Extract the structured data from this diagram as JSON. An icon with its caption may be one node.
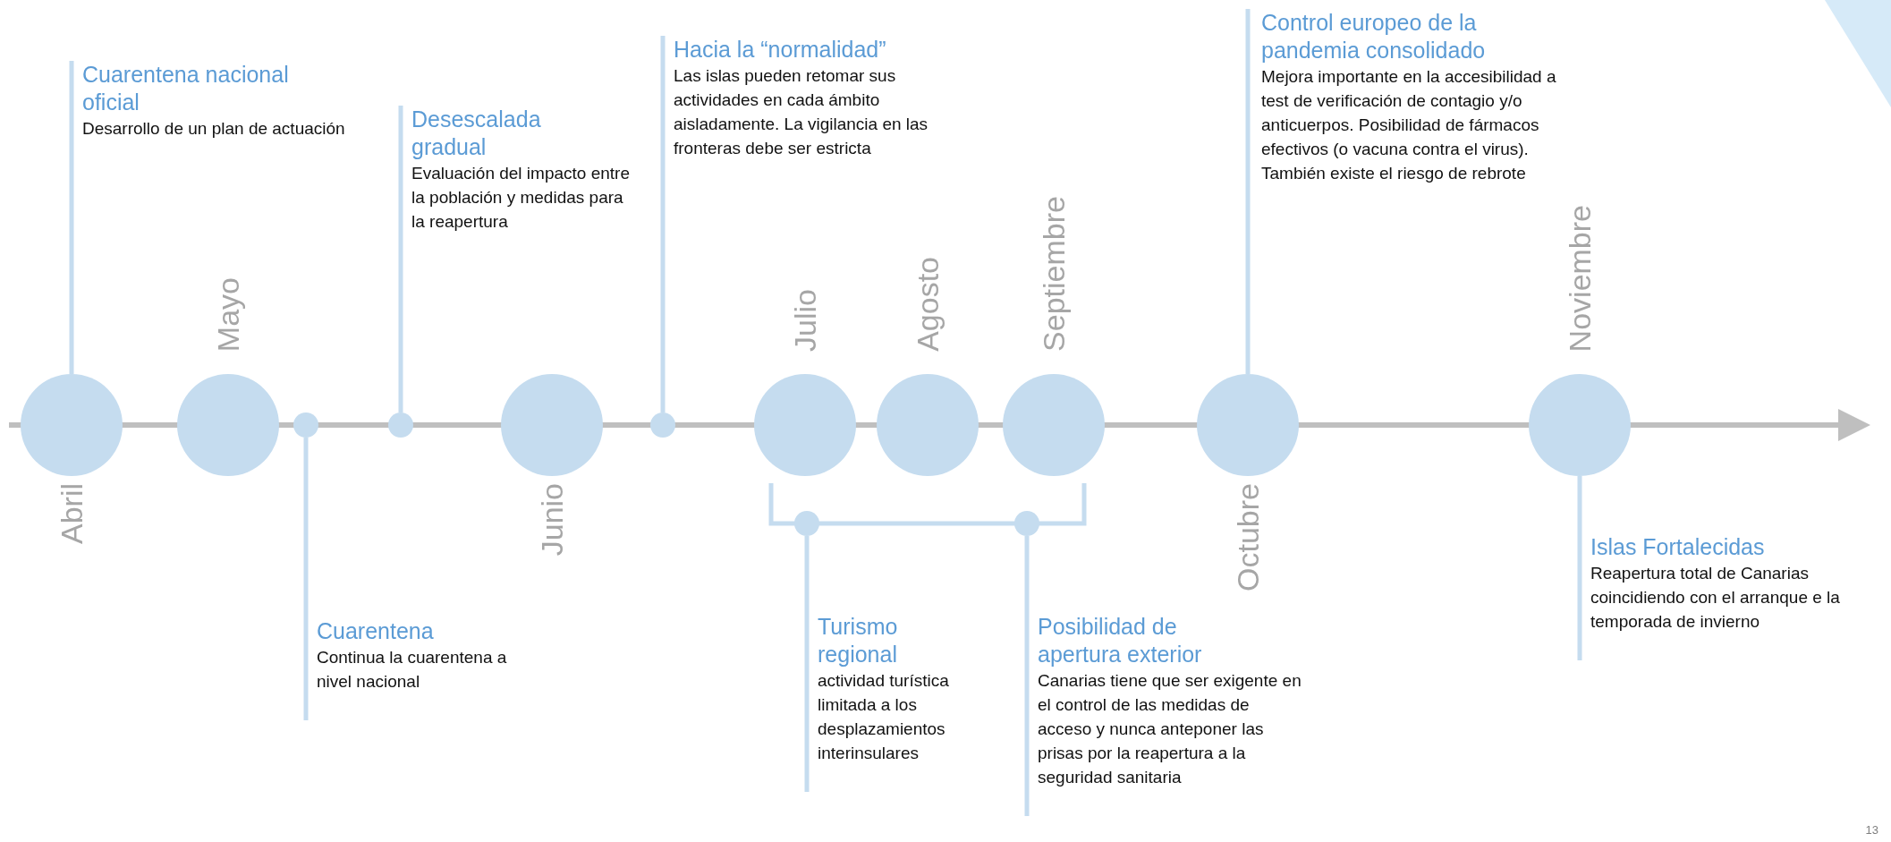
{
  "diagram": {
    "nodes": [
      {
        "text": [],
        "shape": "circle",
        "beside": [
          "Abril"
        ]
      },
      {
        "text": [
          "Cuarentena nacional oficial",
          "Desarrollo de un plan de actuación"
        ]
      },
      {
        "text": [],
        "shape": "circle",
        "beside": [
          "Mayo"
        ]
      },
      {
        "text": [],
        "shape": "circle"
      },
      {
        "text": [
          "Cuarentena",
          "Continua la cuarentena a nivel nacional"
        ]
      },
      {
        "text": [],
        "shape": "circle"
      },
      {
        "text": [
          "Desescalada gradual",
          "Evaluación del impacto entre la población y medidas para la reapertura"
        ]
      },
      {
        "text": [],
        "shape": "circle",
        "beside": [
          "Junio"
        ]
      },
      {
        "text": [],
        "shape": "circle"
      },
      {
        "text": [
          "Hacia la “normalidad”",
          "Las islas pueden retomar sus actividades en cada ámbito aisladamente. La vigilancia en las fronteras debe ser estricta"
        ]
      },
      {
        "text": [],
        "shape": "circle",
        "beside": [
          "Julio"
        ]
      },
      {
        "text": [],
        "shape": "circle",
        "beside": [
          "Agosto"
        ]
      },
      {
        "text": [],
        "shape": "circle",
        "beside": [
          "Septiembre"
        ]
      },
      {
        "text": [],
        "shape": "circle"
      },
      {
        "text": [],
        "shape": "circle"
      },
      {
        "text": [
          "Turismo regional",
          "actividad turística limitada a los desplazamientos interinsulares"
        ]
      },
      {
        "text": [
          "Posibilidad de apertura exterior",
          "Canarias tiene que ser exigente en el control de las medidas de acceso y nunca anteponer las prisas por la reapertura a la seguridad sanitaria"
        ]
      },
      {
        "text": [],
        "shape": "circle",
        "beside": [
          "Octubre"
        ]
      },
      {
        "text": [
          "Control europeo de la pandemia consolidado",
          "Mejora importante en la accesibilidad a test de verificación de contagio y/o anticuerpos. Posibilidad de fármacos efectivos (o vacuna contra el virus). También existe el riesgo de rebrote"
        ]
      },
      {
        "text": [],
        "shape": "circle",
        "beside": [
          "Noviembre"
        ]
      },
      {
        "text": [
          "Islas Fortalecidas",
          "Reapertura total de Canarias coincidiendo con el arranque e la temporada de invierno"
        ]
      }
    ],
    "edges": [
      {
        "from": 1,
        "to": 0,
        "arrow": "none"
      },
      {
        "from": 4,
        "to": 3,
        "arrow": "none"
      },
      {
        "from": 6,
        "to": 5,
        "arrow": "none"
      },
      {
        "from": 9,
        "to": 8,
        "arrow": "none"
      },
      {
        "from": 15,
        "to": 13,
        "arrow": "none"
      },
      {
        "from": 16,
        "to": 14,
        "arrow": "none"
      },
      {
        "from": 18,
        "to": 17,
        "arrow": "none"
      },
      {
        "from": 20,
        "to": 19,
        "arrow": "none"
      }
    ],
    "labels": [
      "13"
    ]
  }
}
